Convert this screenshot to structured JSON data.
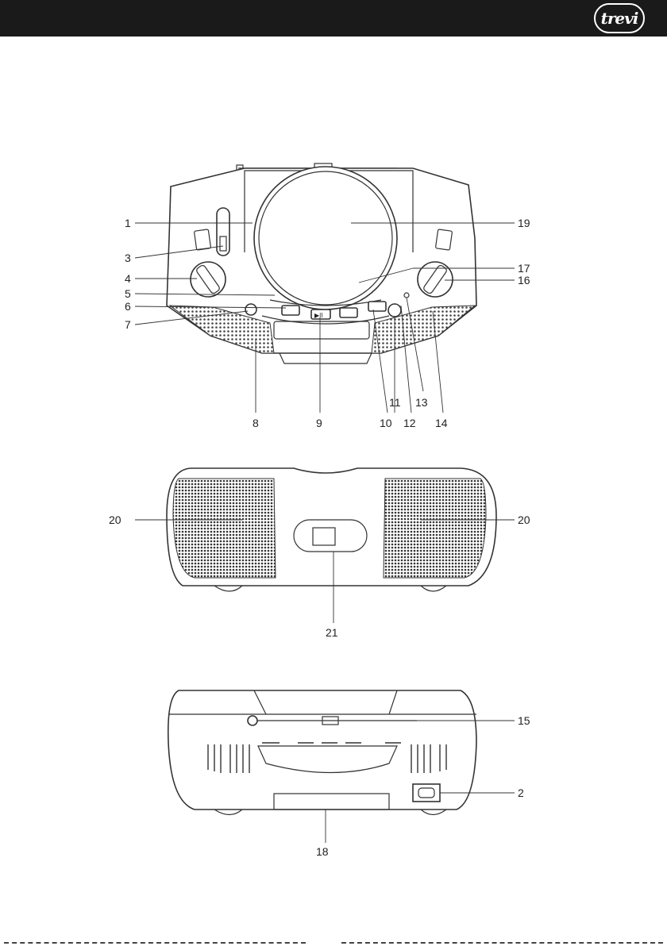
{
  "header": {
    "logo_text": "trevi",
    "logo_icon": "trevi-logo-icon",
    "bar_color": "#1a1a1a"
  },
  "views": {
    "front": {
      "labels": [
        "1",
        "3",
        "4",
        "5",
        "6",
        "7",
        "19",
        "17",
        "16",
        "8",
        "9",
        "10",
        "11",
        "12",
        "13",
        "14"
      ]
    },
    "top": {
      "labels": [
        "20",
        "20",
        "21"
      ]
    },
    "back": {
      "labels": [
        "15",
        "2",
        "18"
      ]
    }
  }
}
